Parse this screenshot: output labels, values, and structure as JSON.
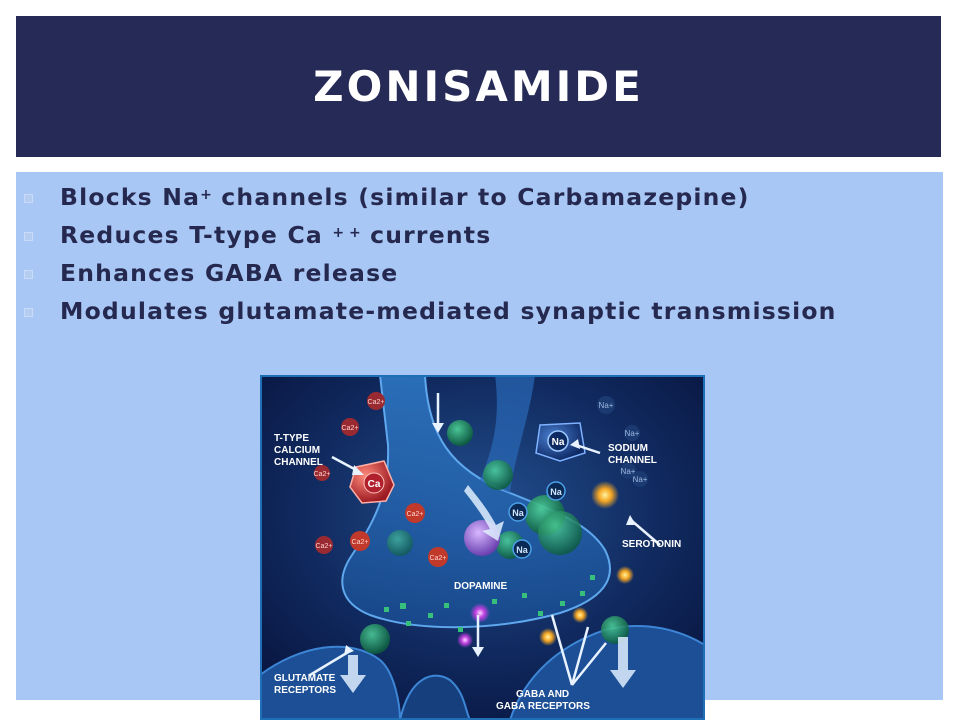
{
  "slide": {
    "title": "ZONISAMIDE",
    "bullets": [
      {
        "pre": "Blocks Na",
        "sup": "+",
        "post": " channels (similar to Carbamazepine)"
      },
      {
        "pre": "Reduces T-type Ca ",
        "sup": "+ +",
        "post": " currents"
      },
      {
        "pre": "Enhances GABA release",
        "sup": "",
        "post": ""
      },
      {
        "pre": "Modulates glutamate-mediated synaptic transmission",
        "sup": "",
        "post": ""
      }
    ]
  },
  "figure": {
    "labels": {
      "t_type_1": "T-TYPE",
      "t_type_2": "CALCIUM",
      "t_type_3": "CHANNEL",
      "sodium_1": "SODIUM",
      "sodium_2": "CHANNEL",
      "serotonin": "SEROTONIN",
      "dopamine": "DOPAMINE",
      "glutamate_1": "GLUTAMATE",
      "glutamate_2": "RECEPTORS",
      "gaba_1": "GABA AND",
      "gaba_2": "GABA RECEPTORS"
    },
    "ions": {
      "na": "Na",
      "na_plus": "Na+",
      "ca": "Ca",
      "ca2": "Ca2+"
    },
    "colors": {
      "title_bar": "#262a57",
      "content_bg": "#a9c7f5",
      "figure_bg": "#0d1a4a",
      "figure_border": "#1e6fb5"
    }
  }
}
